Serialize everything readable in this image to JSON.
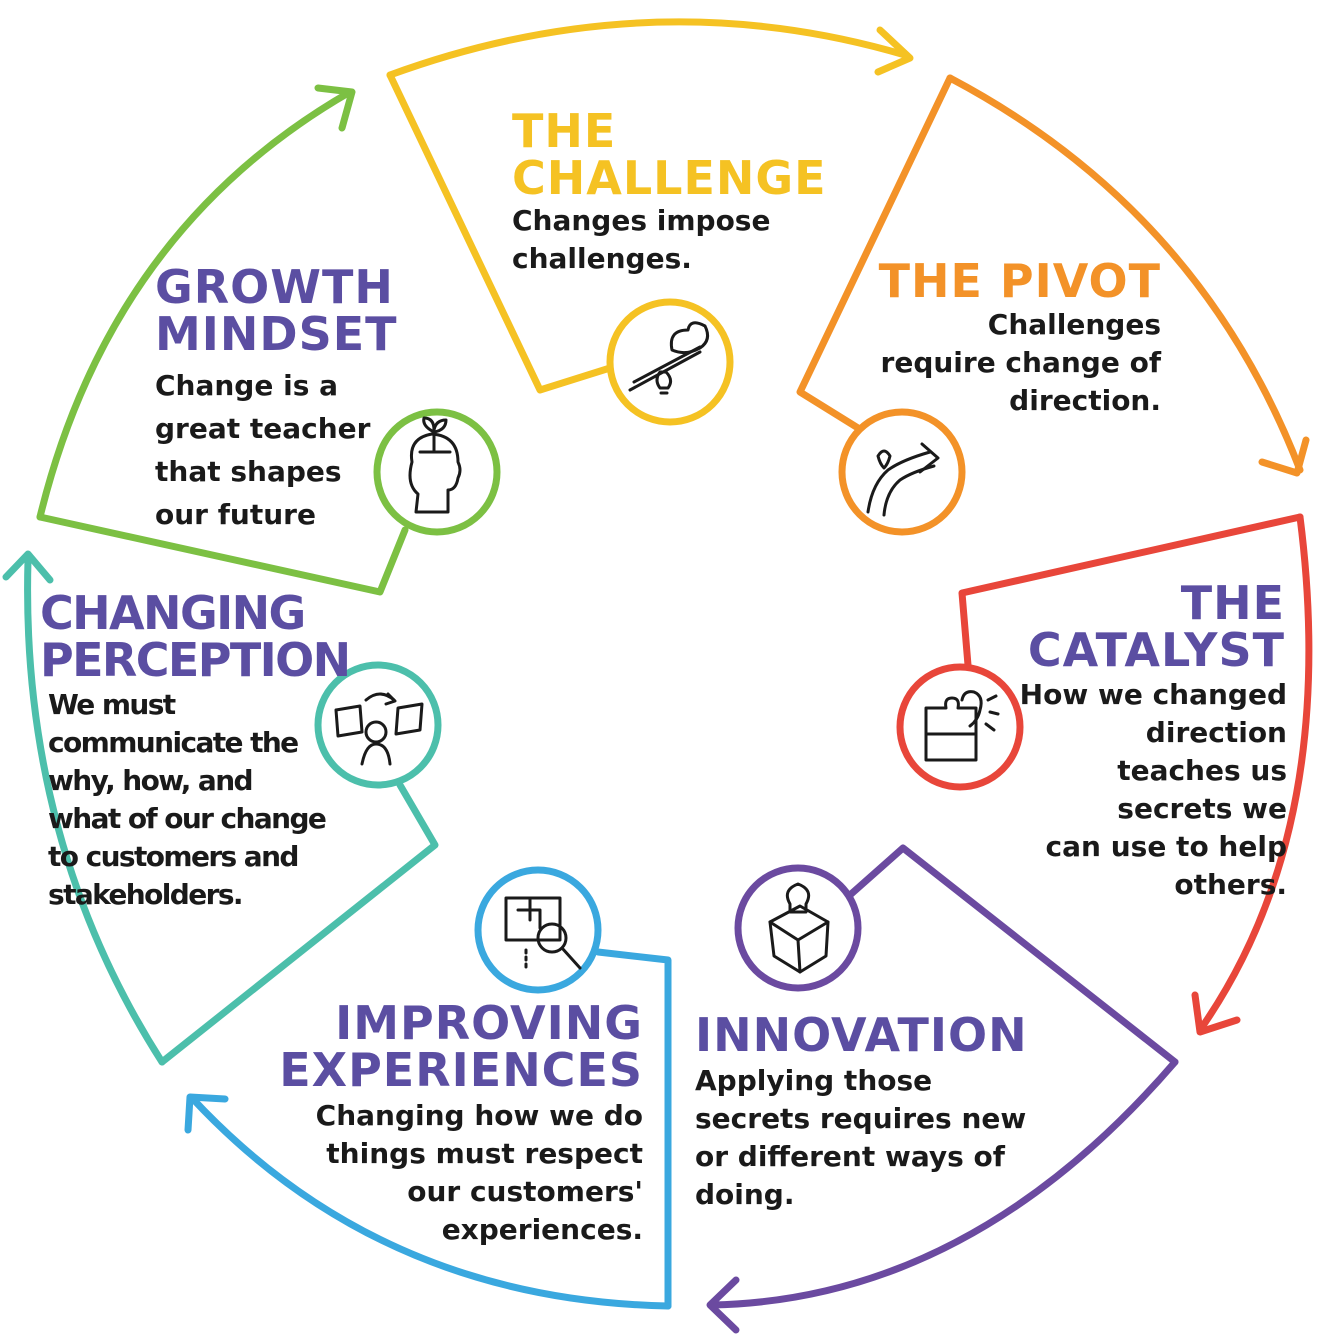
{
  "colors": {
    "challenge": "#f5c223",
    "pivot": "#f39228",
    "catalyst": "#e8463a",
    "innovation": "#6b4aa0",
    "improving": "#3aa8df",
    "perception": "#4cbfab",
    "growth": "#7cc043",
    "heading_purple": "#5b4ea2",
    "text": "#1a1a1a"
  },
  "stages": {
    "challenge": {
      "title": "THE\nCHALLENGE",
      "text": "Changes impose\nchallenges.",
      "icon": "seesaw-lightbulb-icon"
    },
    "pivot": {
      "title": "THE PIVOT",
      "text": "Challenges\nrequire change of\ndirection.",
      "icon": "winding-road-arrow-icon"
    },
    "catalyst": {
      "title": "THE\nCATALYST",
      "text": "How we changed\ndirection\nteaches us\nsecrets we\ncan use to help\nothers.",
      "icon": "puzzle-ear-icon"
    },
    "innovation": {
      "title": "INNOVATION",
      "text": "Applying those\nsecrets requires new\nor different ways of\ndoing.",
      "icon": "lightbulb-box-icon"
    },
    "improving": {
      "title": "IMPROVING\nEXPERIENCES",
      "text": "Changing how we do\nthings must respect\nour customers'\nexperiences.",
      "icon": "maze-magnifier-icon"
    },
    "perception": {
      "title": "CHANGING\nPERCEPTION",
      "text": "We must\ncommunicate the\nwhy, how, and\nwhat of our change\nto customers and\nstakeholders.",
      "icon": "person-screens-icon"
    },
    "growth": {
      "title": "GROWTH\nMINDSET",
      "text": "Change is a\ngreat teacher\nthat shapes\nour future",
      "icon": "head-plant-icon"
    }
  }
}
